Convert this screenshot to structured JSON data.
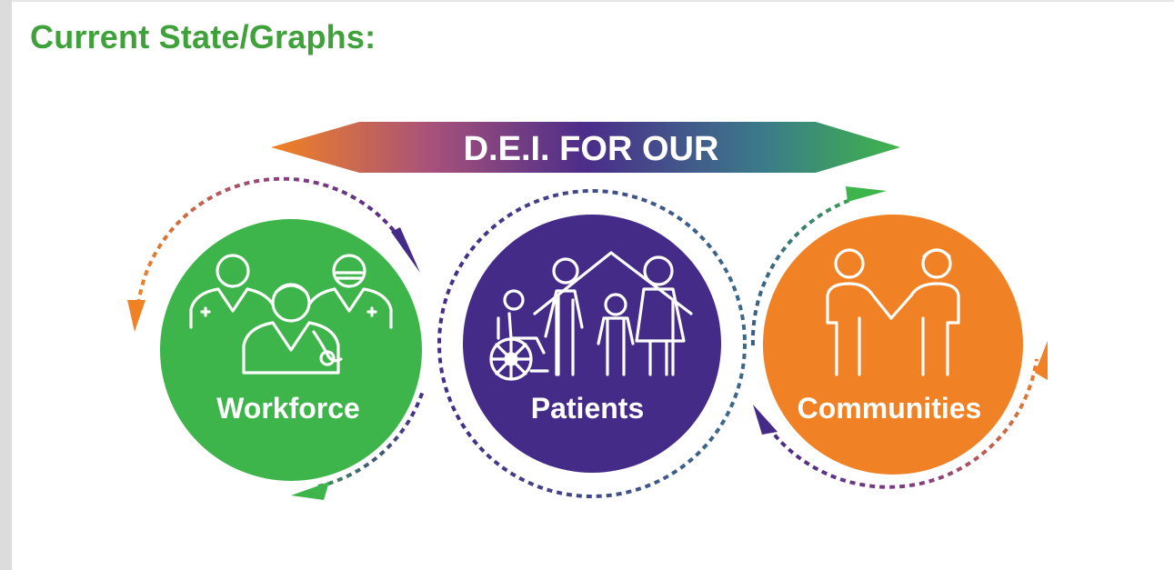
{
  "page": {
    "title": "Current State/Graphs:"
  },
  "banner": {
    "text": "D.E.I. FOR OUR",
    "gradient_colors": [
      "#f08124",
      "#a8527a",
      "#4b2d8a",
      "#3b7a8a",
      "#3fb54a"
    ]
  },
  "circles": [
    {
      "label": "Workforce",
      "color": "#3db54a",
      "icon": "healthcare-workers-icon"
    },
    {
      "label": "Patients",
      "color": "#452b88",
      "icon": "family-home-wheelchair-icon"
    },
    {
      "label": "Communities",
      "color": "#f08124",
      "icon": "people-holding-hands-icon"
    }
  ],
  "colors": {
    "title": "#3fa13a",
    "green": "#3db54a",
    "purple": "#452b88",
    "orange": "#f08124"
  }
}
